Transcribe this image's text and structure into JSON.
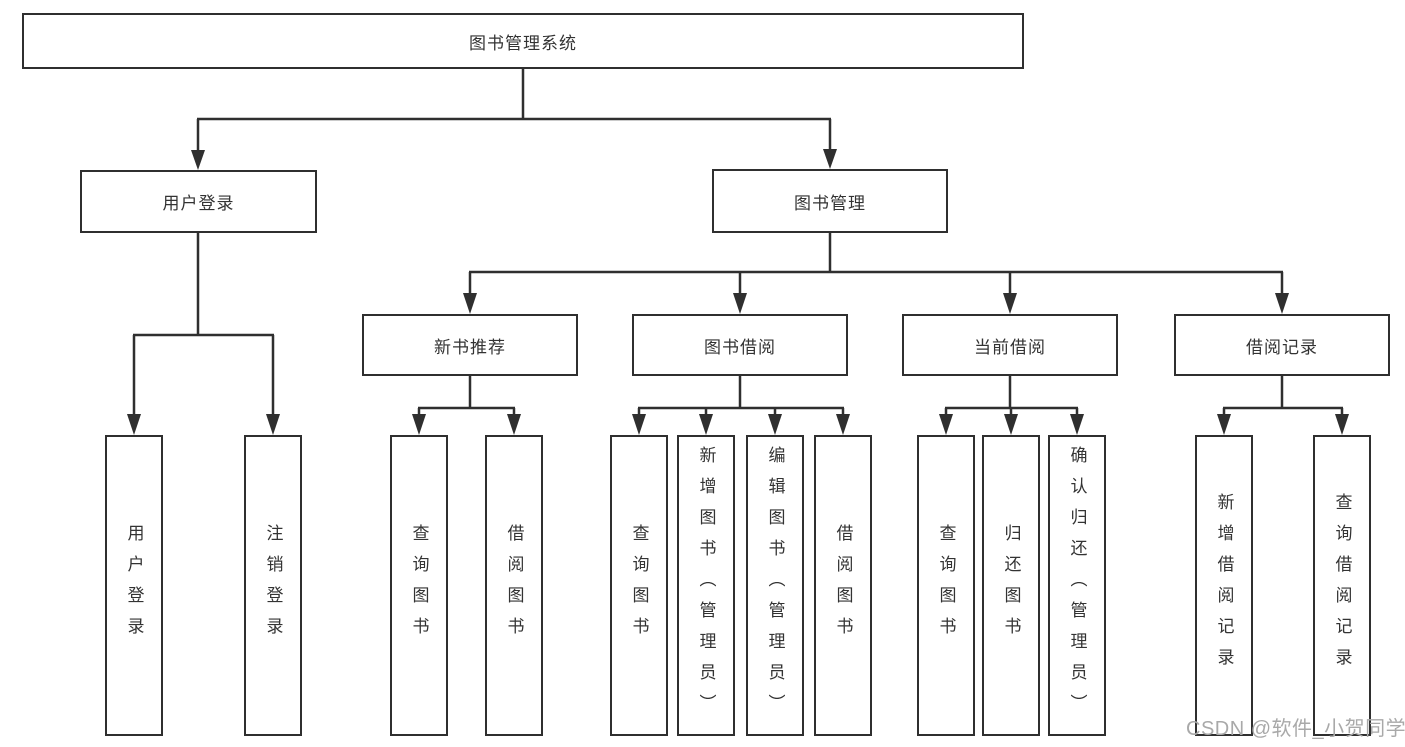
{
  "tree": {
    "root": "图书管理系统",
    "branches": [
      {
        "label": "用户登录",
        "children": [
          "用户登录",
          "注销登录"
        ]
      },
      {
        "label": "图书管理",
        "groups": [
          {
            "label": "新书推荐",
            "children": [
              "查询图书",
              "借阅图书"
            ]
          },
          {
            "label": "图书借阅",
            "children": [
              "查询图书",
              "新增图书（管理员）",
              "编辑图书（管理员）",
              "借阅图书"
            ]
          },
          {
            "label": "当前借阅",
            "children": [
              "查询图书",
              "归还图书",
              "确认归还（管理员）"
            ]
          },
          {
            "label": "借阅记录",
            "children": [
              "新增借阅记录",
              "查询借阅记录"
            ]
          }
        ]
      }
    ]
  },
  "watermark": {
    "text": "CSDN @软件_小贺同学"
  },
  "colors": {
    "line": "#2f2f2f",
    "text": "#333333",
    "background": "#ffffff",
    "watermark": "#a9a9a9"
  }
}
